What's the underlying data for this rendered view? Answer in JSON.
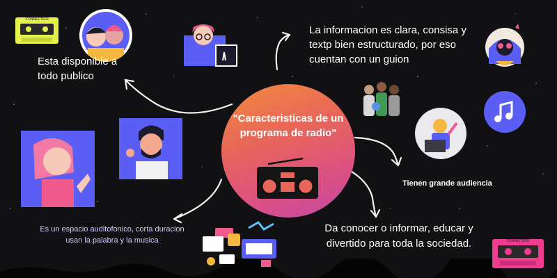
{
  "center": {
    "title": "\"Caracteristicas de un programa de radio\""
  },
  "texts": {
    "top_right": "La informacion es clara, consisa y textp bien estructurado, por eso cuentan con un guion",
    "left": "Esta disponible a todo publico",
    "audiencia": "Tienen grande audiencia",
    "bottom_left": "Es un espacio auditofonico, corta duracion usan la palabra y la musica",
    "bottom_right": "Da conocer o informar, educar y divertido para toda la sociedad."
  },
  "cassettes": {
    "top_label": "CONNECTEGI",
    "bottom_label": "CONNECTEGI"
  },
  "colors": {
    "background": "#111114",
    "accent_blue": "#5b5ef5",
    "cassette_yellow": "#e6f04a",
    "cassette_pink": "#f03c8e",
    "circle_orange": "#f28a3f",
    "circle_pink": "#d94f86"
  },
  "icons": [
    "cassette-icon",
    "avatar-group-icon",
    "person-tablet-icon",
    "people-group-icon",
    "music-note-icon",
    "person-laptop-icon",
    "radio-icon",
    "media-collage-icon",
    "avatar-woman-icon",
    "avatar-man-icon"
  ]
}
